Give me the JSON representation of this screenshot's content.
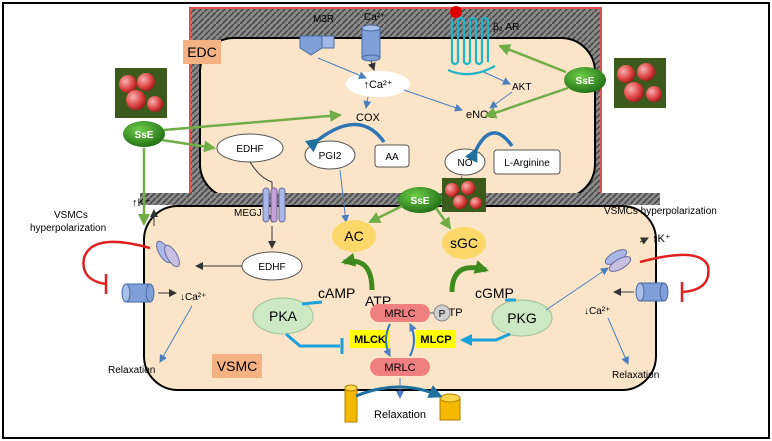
{
  "labels": {
    "edc": "EDC",
    "vsmc": "VSMC",
    "m3r": "M3R",
    "ca_channel": "Ca²⁺",
    "beta2_ar": "β₂ AR",
    "ca_rise_edc": "↑Ca²⁺",
    "akt": "AKT",
    "enos": "eNOS",
    "cox": "COX",
    "edhf_edc": "EDHF",
    "pgi2": "PGI2",
    "aa": "AA",
    "no": "NO",
    "l_arginine": "L-Arginine",
    "megj": "MEGJ",
    "ac": "AC",
    "sgc": "sGC",
    "camp": "cAMP",
    "atp": "ATP",
    "gtp": "GTP",
    "cgmp": "cGMP",
    "pka": "PKA",
    "pkg": "PKG",
    "mrlc_top": "MRLC",
    "p": "P",
    "mlck": "MLCK",
    "mlcp": "MLCP",
    "mrlc_bottom": "MRLC",
    "relaxation_bottom": "Relaxation",
    "relaxation_left": "Relaxation",
    "relaxation_right": "Relaxation",
    "edhf_vsmc": "EDHF",
    "k_left": "↑K⁺",
    "k_right": "↑K⁺",
    "ca_down_left": "↓Ca²⁺",
    "ca_down_right": "↓Ca²⁺",
    "vsmc_hyper_left_1": "VSMCs",
    "vsmc_hyper_left_2": "hyperpolarization",
    "vsmc_hyper_right": "VSMCs hyperpolarization",
    "sse_left": "SsE",
    "sse_center": "SsE",
    "sse_right": "SsE"
  },
  "colors": {
    "cell_fill": "#fbe5c8",
    "edc_badge": "#f4b183",
    "vsmc_badge": "#f4b183",
    "sse_green": "#2e8b1e",
    "arrow_green": "#70ad47",
    "arrow_blue": "#1aa0dc",
    "inhibit_red": "#e02020",
    "enzyme_yellow": "#fcd76a",
    "kinase_green": "#cde8c5",
    "mrlc_pink": "#f08080",
    "label_yellow": "#ffff00",
    "receptor_teal": "#1fb5c9",
    "channel_blue": "#7f9fd8",
    "cylinder_orange": "#f5b800"
  }
}
